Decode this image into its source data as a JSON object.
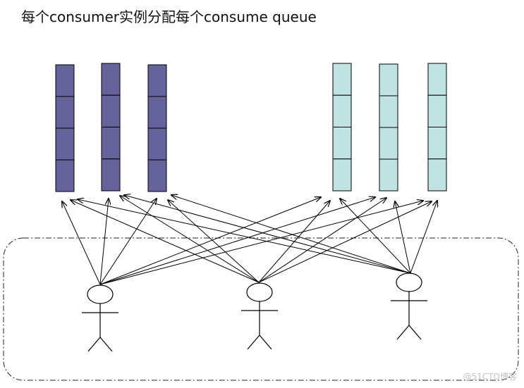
{
  "title": "每个consumer实例分配每个consume queue",
  "watermark": "@51CTO博客",
  "colors": {
    "queue_dark": "#66639c",
    "queue_light": "#bfe3e3",
    "outline": "#000000",
    "background": "#ffffff",
    "watermark": "#c4c4c4"
  },
  "diagram": {
    "queue_groups": [
      {
        "name": "left-queues",
        "color_key": "queue_dark",
        "queue_count": 3,
        "slots_per_queue": 4
      },
      {
        "name": "right-queues",
        "color_key": "queue_light",
        "queue_count": 3,
        "slots_per_queue": 4
      }
    ],
    "consumer_count": 3,
    "connections": "each consumer has an arrow to each of the 6 queues",
    "consumer_group_border": "dash-dot rounded rectangle"
  }
}
